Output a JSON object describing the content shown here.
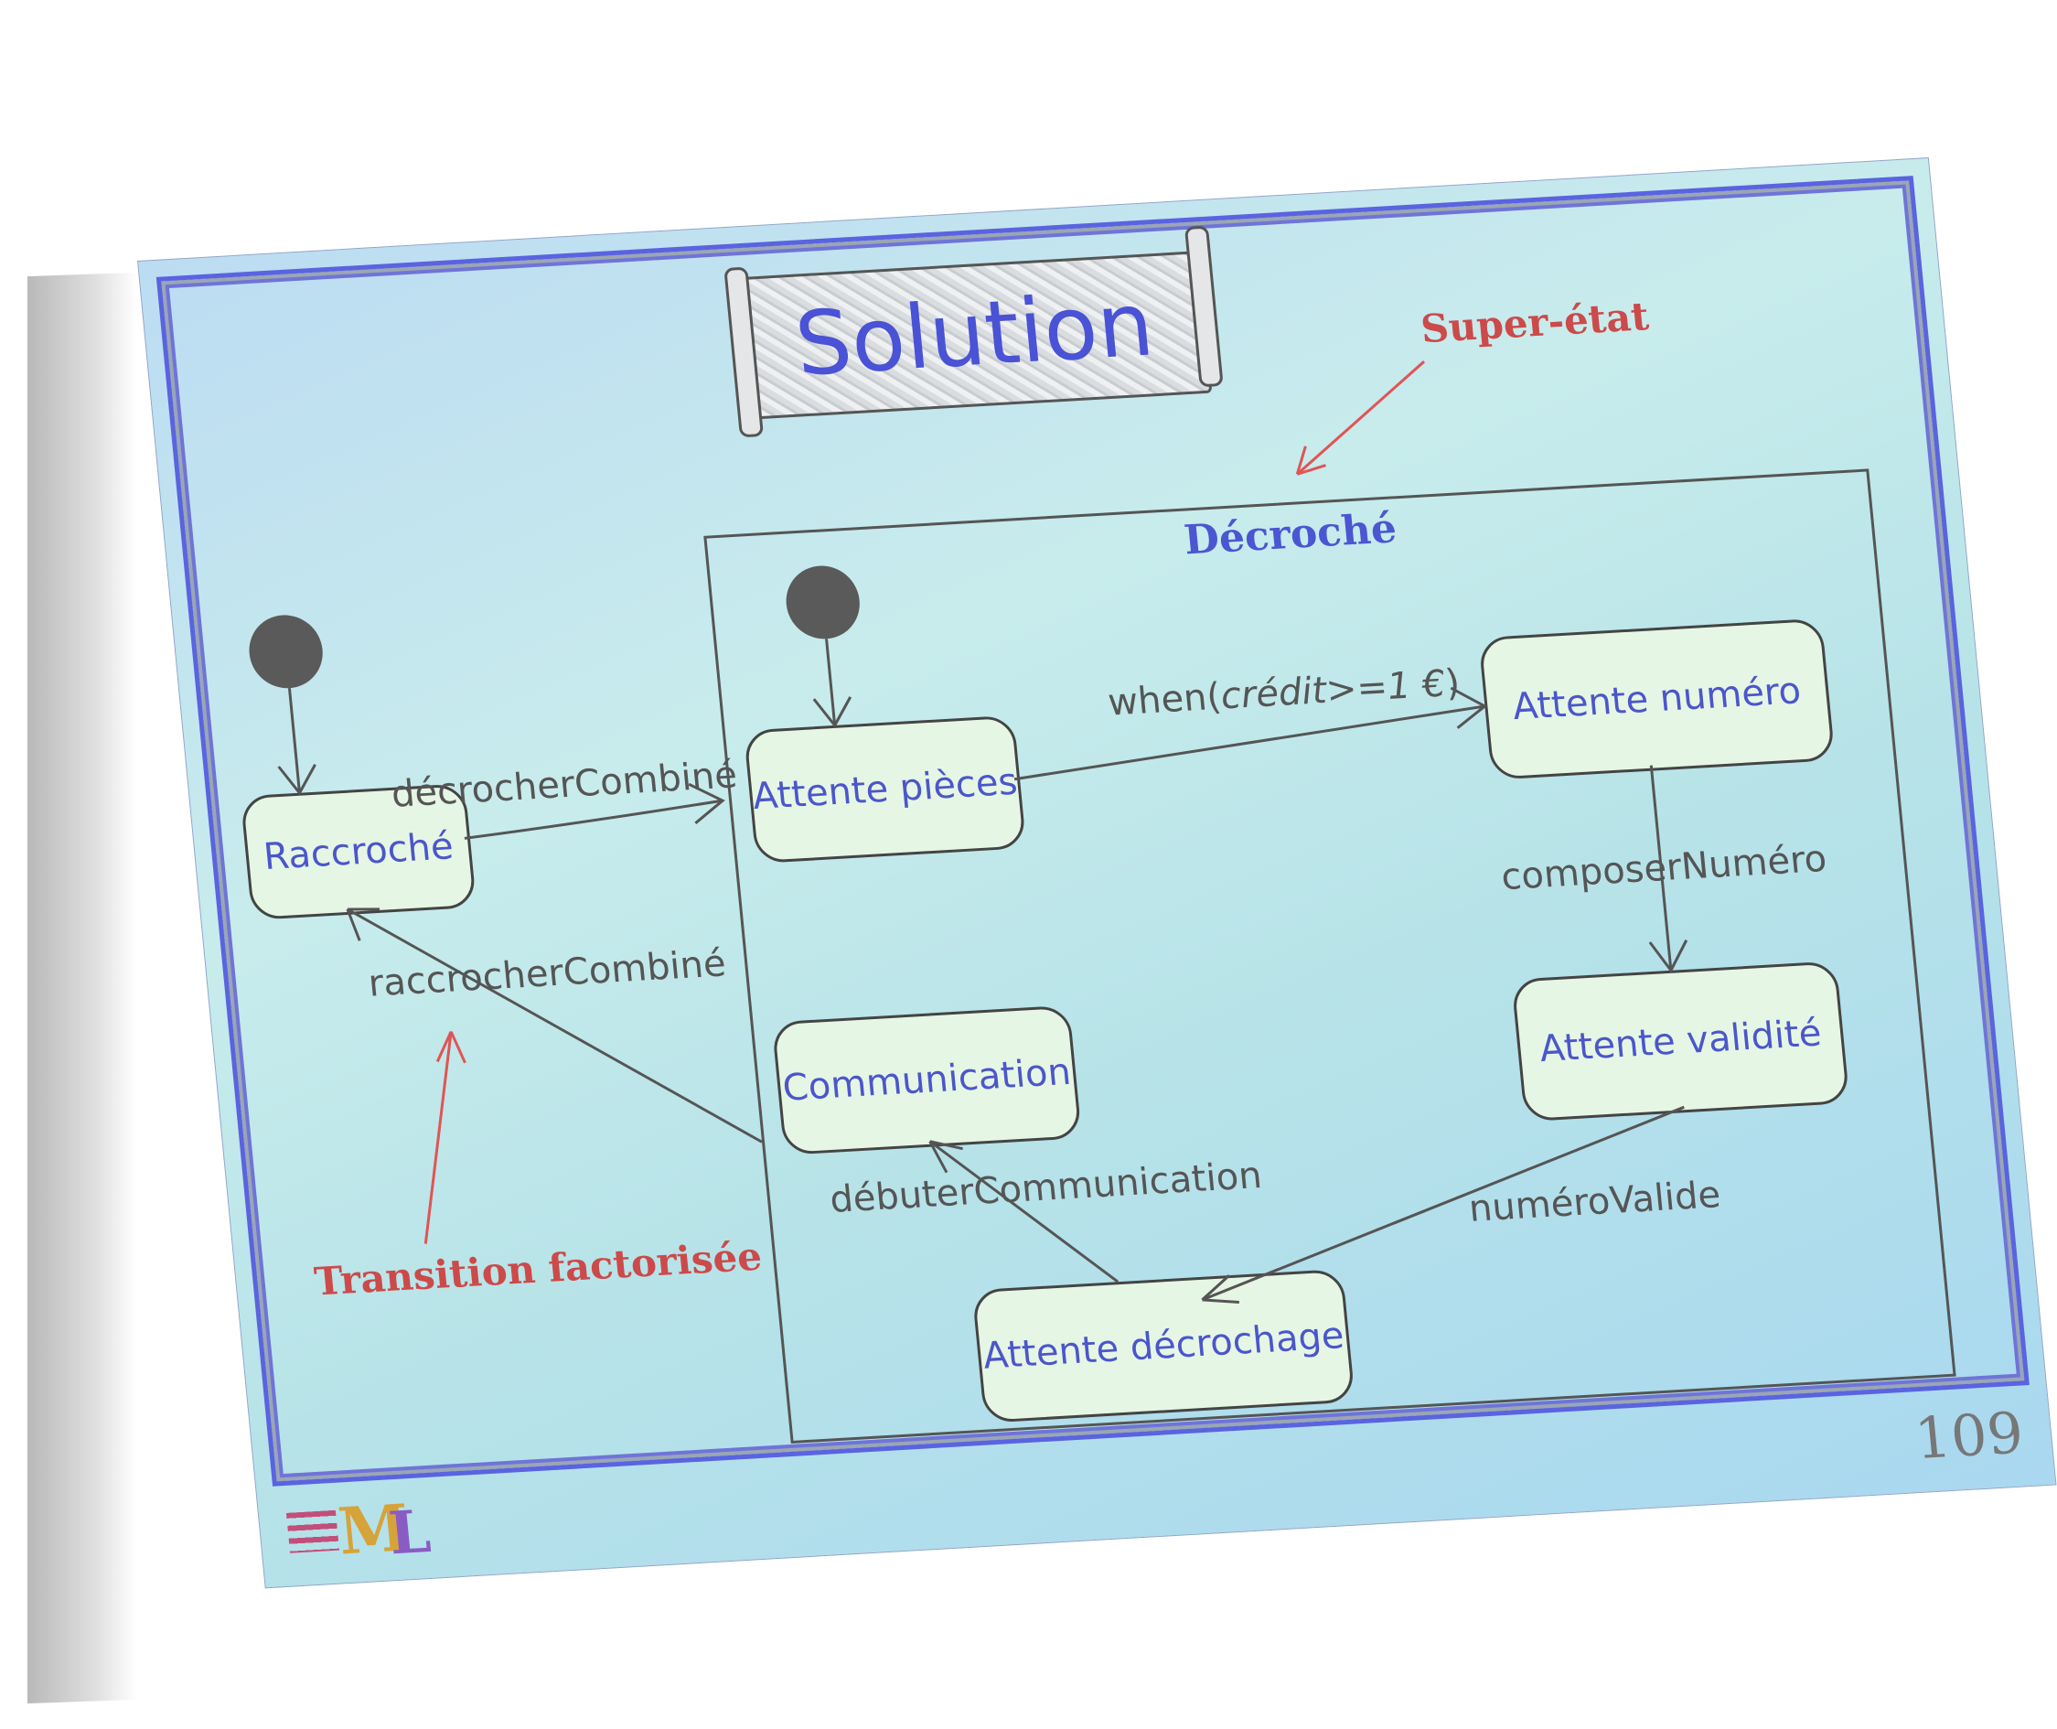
{
  "slide": {
    "title": "Solution",
    "page_number": "109",
    "logo": {
      "icon": "uml-logo-icon",
      "text": "UML"
    }
  },
  "superstate": {
    "label": "Décroché"
  },
  "states": {
    "raccroche": "Raccroché",
    "attente_pieces": "Attente pièces",
    "attente_numero": "Attente numéro",
    "attente_validite": "Attente validité",
    "attente_decrochage": "Attente décrochage",
    "communication": "Communication"
  },
  "transitions": {
    "decrocher": "décrocherCombiné",
    "raccrocher": "raccrocherCombiné",
    "when_prefix": "when(",
    "when_guard": "crédit>=1 €",
    "when_suffix": ")",
    "composer": "composerNuméro",
    "valide": "numéroValide",
    "debuter": "débuterCommunication"
  },
  "annotations": {
    "super_etat": "Super-état",
    "transition_factorisee": "Transition factorisée"
  },
  "colors": {
    "accent": "#4b56d2",
    "annotation": "#cc4a4a",
    "line": "#555555"
  }
}
